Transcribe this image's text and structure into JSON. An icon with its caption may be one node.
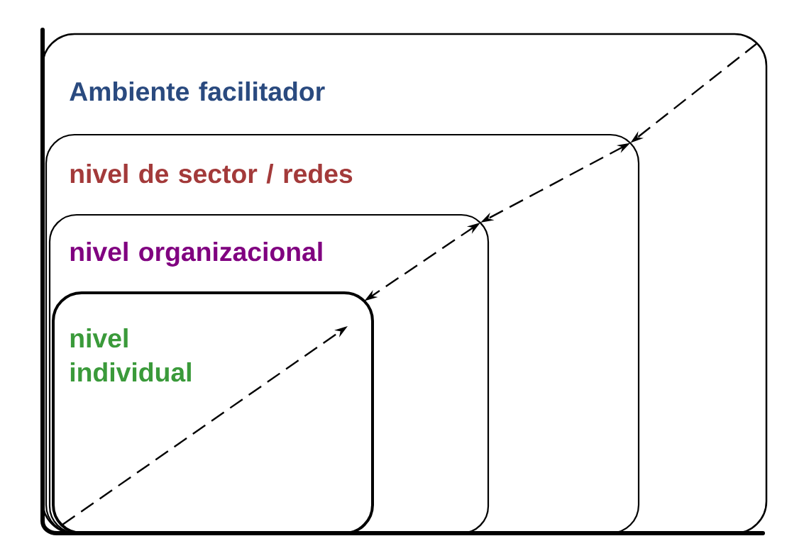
{
  "diagram": {
    "nodes": [
      {
        "text": [
          "Ambiente facilitador"
        ]
      },
      {
        "text": [
          "nivel de sector / redes"
        ],
        "in": 0
      },
      {
        "text": [
          "nivel organizacional"
        ],
        "in": 1
      },
      {
        "text": [
          "nivel individual"
        ],
        "in": 2
      }
    ],
    "edges": [
      {
        "from": 0,
        "to": 1,
        "arrow": "to",
        "style": "dashed"
      },
      {
        "from": 1,
        "to": 2,
        "arrow": "both",
        "style": "dashed"
      },
      {
        "from": 2,
        "to": 3,
        "arrow": "both",
        "style": "dashed"
      }
    ]
  }
}
